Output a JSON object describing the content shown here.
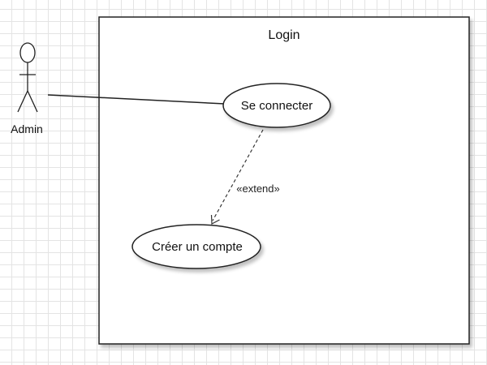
{
  "system": {
    "title": "Login"
  },
  "actor": {
    "name": "Admin"
  },
  "use_cases": {
    "connect": "Se connecter",
    "create_account": "Créer un compte"
  },
  "relationships": {
    "extend_label": "«extend»"
  }
}
